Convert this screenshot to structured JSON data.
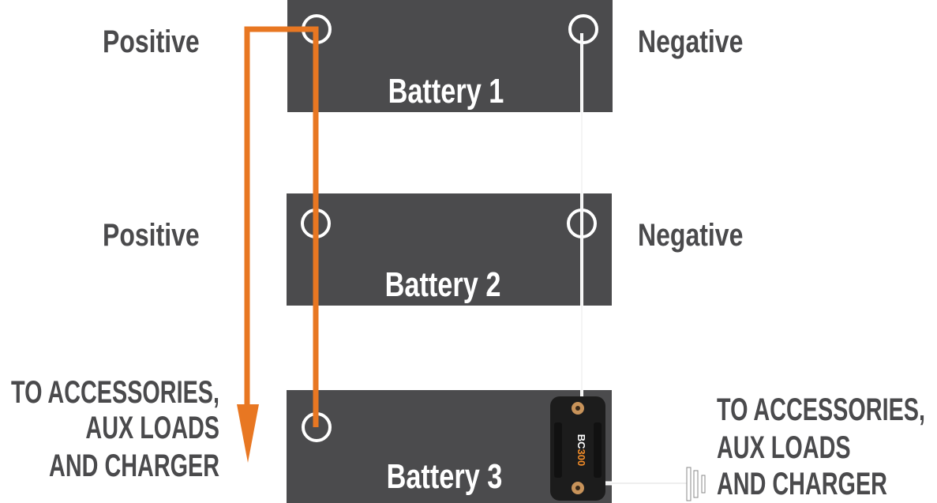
{
  "labels": {
    "positive_1": "Positive",
    "negative_1": "Negative",
    "positive_2": "Positive",
    "negative_2": "Negative",
    "left_output": [
      "TO ACCESSORIES,",
      "AUX LOADS",
      "AND CHARGER"
    ],
    "right_output": [
      "TO ACCESSORIES,",
      "AUX LOADS",
      "AND CHARGER"
    ]
  },
  "batteries": [
    "Battery 1",
    "Battery 2",
    "Battery 3"
  ],
  "device": {
    "brand": "BC",
    "model": "300"
  },
  "colors": {
    "battery": "#4b4b4d",
    "positive_wire": "#e87722",
    "negative_wire": "#ffffff",
    "text": "#4a4a4c",
    "device_accent": "#f28c28"
  }
}
